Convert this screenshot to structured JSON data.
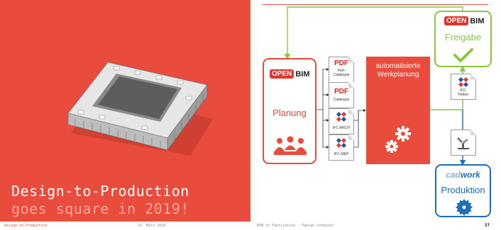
{
  "left_panel": {
    "headline_line1": "Design-to-Production",
    "headline_line2": "goes square in 2019!"
  },
  "diagram": {
    "openbim_pill": "OPEN",
    "openbim_text": "BIM",
    "planung": "Planung",
    "freigabe": "Freigabe",
    "werkplanung_line1": "automatisierte",
    "werkplanung_line2": "Werkplanung",
    "produktion": "Produktion",
    "cadwork_cad": "cad",
    "cadwork_work": "work",
    "docs": {
      "pdf_label": "PDF",
      "part_catalogue": "Part-\nCatalogue",
      "catalogue": "Catalogue",
      "ifc_arch": "IFC-ARCH",
      "ifc_mep": "IFC-MEP",
      "ifc_timber": "IFC-\nTimber.",
      "machine": ""
    },
    "colors": {
      "red": "#e94b3c",
      "green": "#8cc63f",
      "blue": "#1e6fb8"
    }
  },
  "footer": {
    "left": "Design-to-Production",
    "date": "21. März 2018",
    "center": "BIM to Fabrication - Fabian Scheurer",
    "page": "37"
  }
}
